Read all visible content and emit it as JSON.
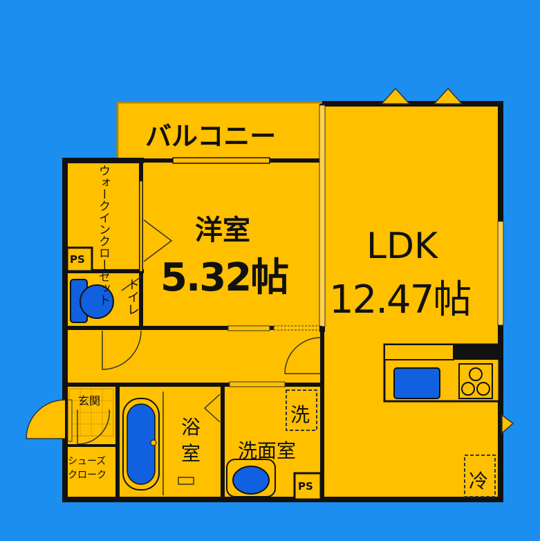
{
  "rooms": {
    "balcony": "バルコニー",
    "walkin_closet": "ウォークインクローゼット",
    "ps_top": "PS",
    "toilet": "トイレ",
    "western_room_name": "洋室",
    "western_room_size": "5.32帖",
    "ldk_name": "LDK",
    "ldk_size": "12.47帖",
    "entrance": "玄関",
    "shoe_closet_line1": "シューズ",
    "shoe_closet_line2": "クローク",
    "bath_line1": "浴",
    "bath_line2": "室",
    "washroom": "洗面室",
    "washer": "洗",
    "ps_bottom": "PS",
    "fridge": "冷"
  },
  "colors": {
    "background": "#1b8ef0",
    "floor": "#ffc000",
    "wall": "#111111",
    "fixture": "#1060e0"
  }
}
